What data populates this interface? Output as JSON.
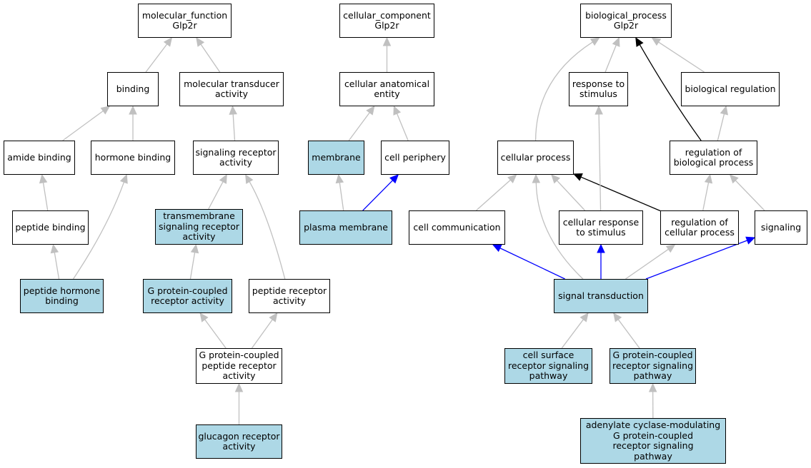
{
  "colors": {
    "highlight_fill": "#add8e6",
    "default_fill": "#ffffff",
    "edge_gray": "#c0c0c0",
    "edge_black": "#000000",
    "edge_blue": "#0000ff"
  },
  "nodes": {
    "mf": {
      "label": "molecular_function\nGlp2r",
      "highlight": false
    },
    "binding": {
      "label": "binding",
      "highlight": false
    },
    "mta": {
      "label": "molecular transducer\nactivity",
      "highlight": false
    },
    "amide": {
      "label": "amide binding",
      "highlight": false
    },
    "hormone": {
      "label": "hormone binding",
      "highlight": false
    },
    "sra": {
      "label": "signaling receptor\nactivity",
      "highlight": false
    },
    "peptide_binding": {
      "label": "peptide binding",
      "highlight": false
    },
    "tsra": {
      "label": "transmembrane\nsignaling receptor\nactivity",
      "highlight": true
    },
    "phb": {
      "label": "peptide hormone\nbinding",
      "highlight": true
    },
    "gpcr": {
      "label": "G protein-coupled\nreceptor activity",
      "highlight": true
    },
    "pra": {
      "label": "peptide receptor\nactivity",
      "highlight": false
    },
    "gpcpra": {
      "label": "G protein-coupled\npeptide receptor\nactivity",
      "highlight": false
    },
    "gra": {
      "label": "glucagon receptor\nactivity",
      "highlight": true
    },
    "cc": {
      "label": "cellular_component\nGlp2r",
      "highlight": false
    },
    "cae": {
      "label": "cellular anatomical\nentity",
      "highlight": false
    },
    "membrane": {
      "label": "membrane",
      "highlight": true
    },
    "cperiph": {
      "label": "cell periphery",
      "highlight": false
    },
    "pm": {
      "label": "plasma membrane",
      "highlight": true
    },
    "bp": {
      "label": "biological_process\nGlp2r",
      "highlight": false
    },
    "rts": {
      "label": "response to\nstimulus",
      "highlight": false
    },
    "breg": {
      "label": "biological regulation",
      "highlight": false
    },
    "cproc": {
      "label": "cellular process",
      "highlight": false
    },
    "rbp": {
      "label": "regulation of\nbiological process",
      "highlight": false
    },
    "ccomm": {
      "label": "cell communication",
      "highlight": false
    },
    "crts": {
      "label": "cellular response\nto stimulus",
      "highlight": false
    },
    "rcp": {
      "label": "regulation of\ncellular process",
      "highlight": false
    },
    "signaling": {
      "label": "signaling",
      "highlight": false
    },
    "st": {
      "label": "signal transduction",
      "highlight": true
    },
    "csrsp": {
      "label": "cell surface\nreceptor signaling\npathway",
      "highlight": true
    },
    "gpcrsp": {
      "label": "G protein-coupled\nreceptor signaling\npathway",
      "highlight": true
    },
    "acm": {
      "label": "adenylate cyclase-modulating\nG protein-coupled\nreceptor signaling\npathway",
      "highlight": true
    }
  },
  "edges": [
    {
      "from": "binding",
      "to": "mf",
      "color": "gray"
    },
    {
      "from": "mta",
      "to": "mf",
      "color": "gray"
    },
    {
      "from": "amide",
      "to": "binding",
      "color": "gray"
    },
    {
      "from": "hormone",
      "to": "binding",
      "color": "gray"
    },
    {
      "from": "sra",
      "to": "mta",
      "color": "gray"
    },
    {
      "from": "peptide_binding",
      "to": "amide",
      "color": "gray"
    },
    {
      "from": "phb",
      "to": "peptide_binding",
      "color": "gray"
    },
    {
      "from": "phb",
      "to": "hormone",
      "color": "gray"
    },
    {
      "from": "tsra",
      "to": "sra",
      "color": "gray"
    },
    {
      "from": "pra",
      "to": "sra",
      "color": "gray"
    },
    {
      "from": "gpcr",
      "to": "tsra",
      "color": "gray"
    },
    {
      "from": "gpcpra",
      "to": "gpcr",
      "color": "gray"
    },
    {
      "from": "gpcpra",
      "to": "pra",
      "color": "gray"
    },
    {
      "from": "gra",
      "to": "gpcpra",
      "color": "gray"
    },
    {
      "from": "cae",
      "to": "cc",
      "color": "gray"
    },
    {
      "from": "membrane",
      "to": "cae",
      "color": "gray"
    },
    {
      "from": "cperiph",
      "to": "cae",
      "color": "gray"
    },
    {
      "from": "pm",
      "to": "membrane",
      "color": "gray"
    },
    {
      "from": "pm",
      "to": "cperiph",
      "color": "blue"
    },
    {
      "from": "cproc",
      "to": "bp",
      "color": "gray"
    },
    {
      "from": "rts",
      "to": "bp",
      "color": "gray"
    },
    {
      "from": "rbp",
      "to": "bp",
      "color": "black"
    },
    {
      "from": "breg",
      "to": "bp",
      "color": "gray"
    },
    {
      "from": "rbp",
      "to": "breg",
      "color": "gray"
    },
    {
      "from": "ccomm",
      "to": "cproc",
      "color": "gray"
    },
    {
      "from": "st",
      "to": "cproc",
      "color": "gray"
    },
    {
      "from": "crts",
      "to": "cproc",
      "color": "gray"
    },
    {
      "from": "rcp",
      "to": "cproc",
      "color": "black"
    },
    {
      "from": "crts",
      "to": "rts",
      "color": "gray"
    },
    {
      "from": "rcp",
      "to": "rbp",
      "color": "gray"
    },
    {
      "from": "signaling",
      "to": "rbp",
      "color": "gray"
    },
    {
      "from": "st",
      "to": "ccomm",
      "color": "blue"
    },
    {
      "from": "st",
      "to": "crts",
      "color": "blue"
    },
    {
      "from": "st",
      "to": "rcp",
      "color": "gray"
    },
    {
      "from": "st",
      "to": "signaling",
      "color": "blue"
    },
    {
      "from": "csrsp",
      "to": "st",
      "color": "gray"
    },
    {
      "from": "gpcrsp",
      "to": "st",
      "color": "gray"
    },
    {
      "from": "acm",
      "to": "gpcrsp",
      "color": "gray"
    }
  ]
}
